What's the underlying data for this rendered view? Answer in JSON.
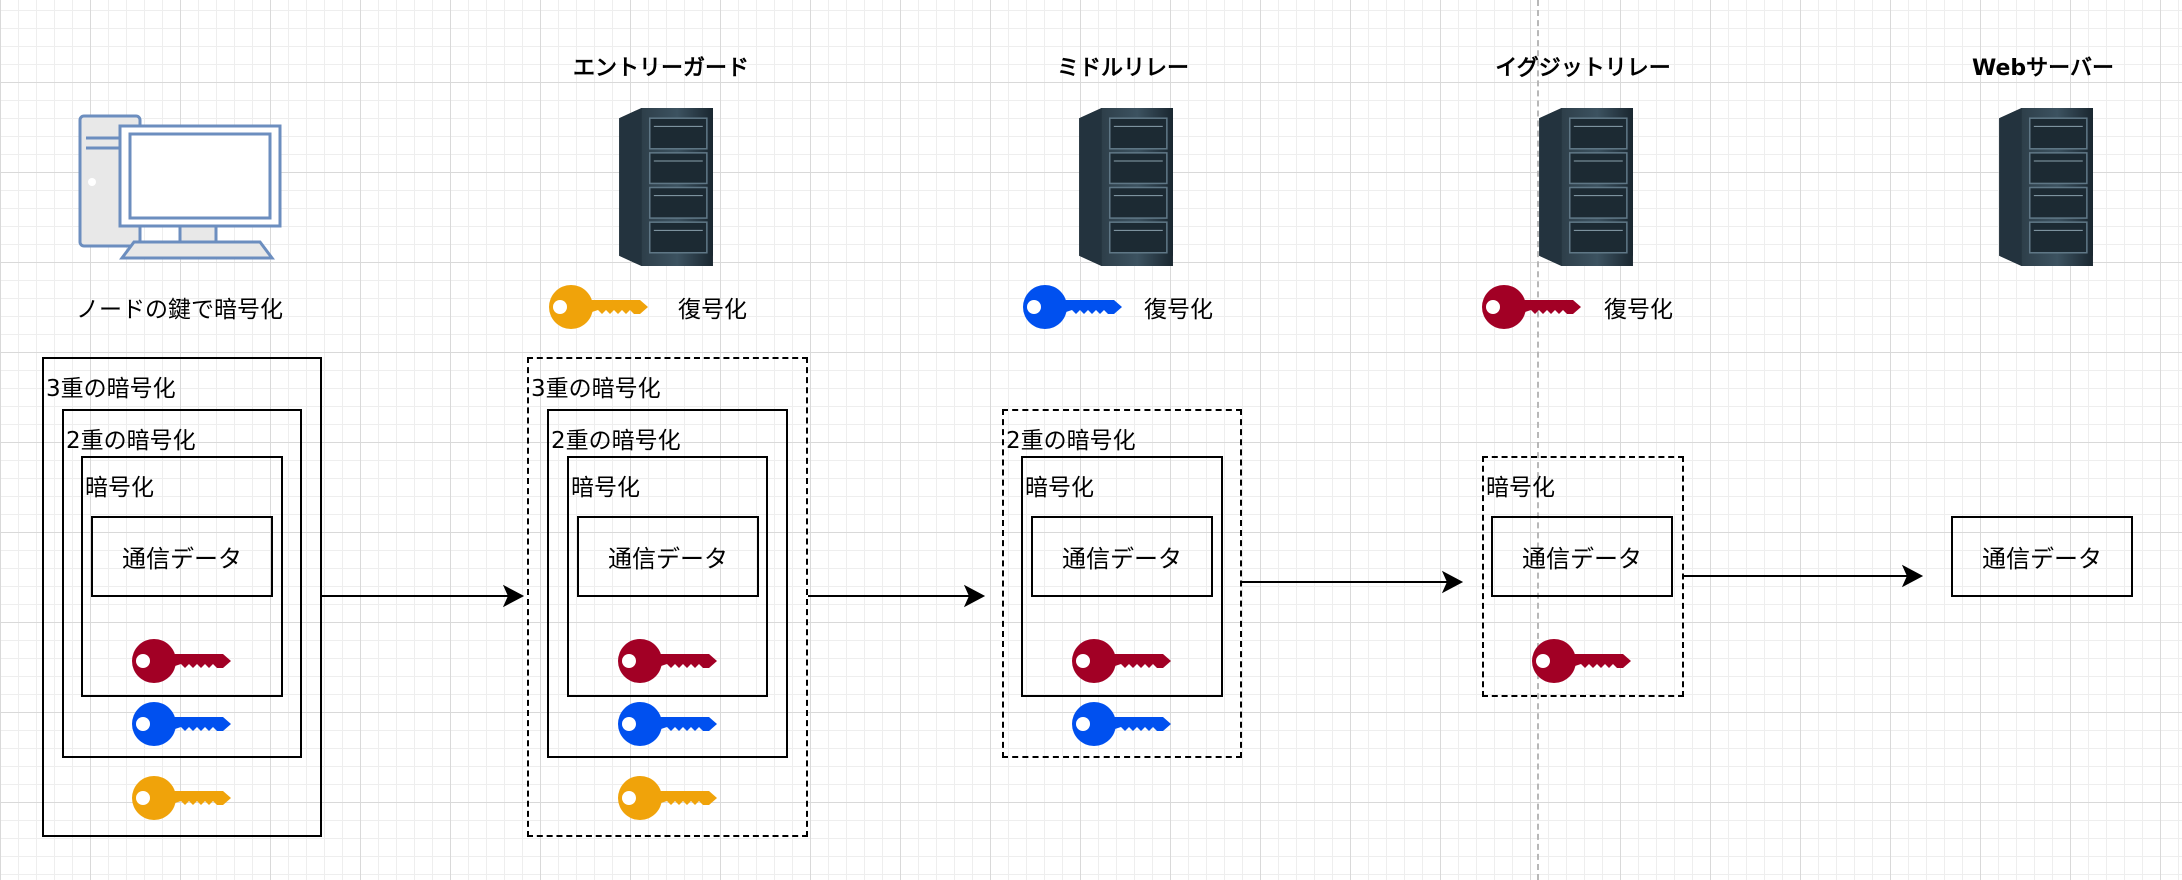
{
  "nodes": {
    "entry_guard": {
      "title": "エントリーガード",
      "action": "復号化"
    },
    "middle_relay": {
      "title": "ミドルリレー",
      "action": "復号化"
    },
    "exit_relay": {
      "title": "イグジットリレー",
      "action": "復号化"
    },
    "web_server": {
      "title": "Webサーバー"
    }
  },
  "client": {
    "caption": "ノードの鍵で暗号化"
  },
  "layers": {
    "triple": "3重の暗号化",
    "double": "2重の暗号化",
    "single": "暗号化",
    "payload": "通信データ"
  },
  "icons": {
    "client": "desktop-computer-icon",
    "server": "server-rack-icon",
    "key": "key-icon"
  },
  "colors": {
    "entry_key": "#F0A30A",
    "middle_key": "#0050EF",
    "exit_key": "#A20025",
    "box_border": "#000000",
    "arrow": "#000000",
    "grid_major": "#d9d9d9",
    "grid_minor": "#eeeeee"
  }
}
